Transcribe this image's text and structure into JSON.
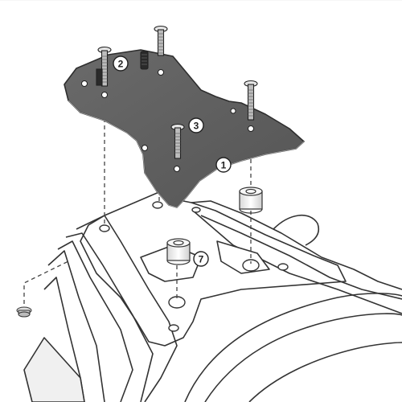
{
  "callouts": [
    {
      "id": "part-1",
      "label": "1"
    },
    {
      "id": "part-2",
      "label": "2"
    },
    {
      "id": "part-3",
      "label": "3"
    },
    {
      "id": "part-7",
      "label": "7"
    }
  ],
  "colors": {
    "plate_fill": "#5f5f5f",
    "plate_edge": "#2e2e2e",
    "line": "#333333",
    "background": "#ffffff",
    "frame_fill": "#f4f4f4",
    "spacer_fill": "#f0f0f0"
  },
  "icons": {
    "screw": "screw-icon",
    "spacer": "spacer-icon",
    "nut": "nut-icon"
  }
}
